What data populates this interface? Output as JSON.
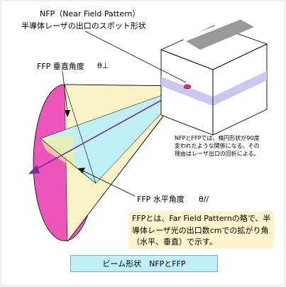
{
  "labels": {
    "nfp_title": "NFP（Near Field Pattern）",
    "nfp_subtitle": "半導体レーザの出口のスポット形状",
    "ffp_vertical": "FFP 垂直角度",
    "theta_perp": "θ⊥",
    "ffp_horizontal": "FFP 水平角度",
    "theta_parallel": "θ//"
  },
  "note": "NFPとFFPでは、楕円形状が90度変われたような関係になる。その理由はレーザ出口の回折による。",
  "definition": "FFPとは、Far Field Patternの略で、半導体レーザ光の出口数cmでの拡がり角（水平、垂直）で示す。",
  "caption": "ビーム形状　NFPとFFP",
  "colors": {
    "ellipse": "#ee55bb",
    "vertical_fan": "#fbf3c8",
    "horizontal_fan": "#bff0f5",
    "box_stripe": "#c8c8f0",
    "box_band": "#999999",
    "arrow": "#7a2a99",
    "definition_bg": "#fff4cc",
    "caption_bg": "#bfeff7"
  }
}
